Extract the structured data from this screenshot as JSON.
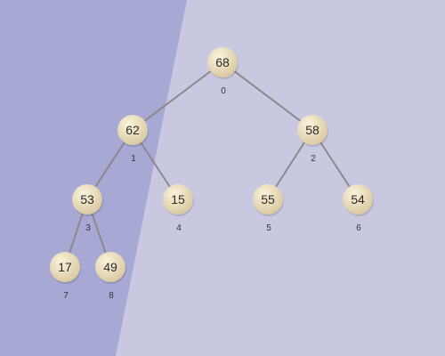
{
  "colors": {
    "background_left": "#a7a8d4",
    "background_right": "#c8c9e1",
    "edge": "#8a8a8a",
    "node_fill_light": "#fbf3dc",
    "node_fill_dark": "#d9c9a1",
    "node_text": "#2b2b2b",
    "index_text": "#333333"
  },
  "tree": {
    "nodes": [
      {
        "index": "0",
        "value": "68"
      },
      {
        "index": "1",
        "value": "62"
      },
      {
        "index": "2",
        "value": "58"
      },
      {
        "index": "3",
        "value": "53"
      },
      {
        "index": "4",
        "value": "15"
      },
      {
        "index": "5",
        "value": "55"
      },
      {
        "index": "6",
        "value": "54"
      },
      {
        "index": "7",
        "value": "17"
      },
      {
        "index": "8",
        "value": "49"
      }
    ],
    "edges": [
      [
        "0",
        "1"
      ],
      [
        "0",
        "2"
      ],
      [
        "1",
        "3"
      ],
      [
        "1",
        "4"
      ],
      [
        "2",
        "5"
      ],
      [
        "2",
        "6"
      ],
      [
        "3",
        "7"
      ],
      [
        "3",
        "8"
      ]
    ]
  }
}
